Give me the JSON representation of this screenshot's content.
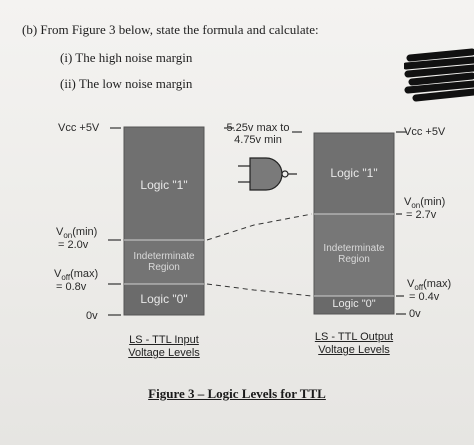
{
  "question": {
    "header": "(b) From Figure 3 below, state the formula and calculate:",
    "item_i": "(i)   The high noise margin",
    "item_ii": "(ii) The low noise margin"
  },
  "input_scale": {
    "vcc": "Vcc +5V",
    "von_min": "V",
    "von_min_sub": "on",
    "von_min_rest": "(min)",
    "von_min_value": "= 2.0v",
    "voff_max": "V",
    "voff_max_sub": "off",
    "voff_max_rest": "(max)",
    "voff_max_value": "= 0.8v",
    "zero": "0v",
    "caption_line1": "LS - TTL Input",
    "caption_line2": "Voltage Levels"
  },
  "input_bar": {
    "logic1": "Logic \"1\"",
    "indeterminate_line1": "Indeterminate",
    "indeterminate_line2": "Region",
    "logic0": "Logic \"0\""
  },
  "center": {
    "supply_line1": "5.25v max to",
    "supply_line2": "4.75v min",
    "gate_icon": "and-gate-icon"
  },
  "output_bar": {
    "logic1": "Logic \"1\"",
    "indeterminate_line1": "Indeterminate",
    "indeterminate_line2": "Region",
    "logic0": "Logic \"0\""
  },
  "output_scale": {
    "vcc": "Vcc +5V",
    "von_min": "V",
    "von_min_sub": "on",
    "von_min_rest": "(min)",
    "von_min_value": "= 2.7v",
    "voff_max": "V",
    "voff_max_sub": "off",
    "voff_max_rest": "(max)",
    "voff_max_value": "= 0.4v",
    "zero": "0v",
    "caption_line1": "LS - TTL Output",
    "caption_line2": "Voltage Levels"
  },
  "figure_caption": "Figure 3 – Logic Levels for TTL",
  "colors": {
    "bar_fill": "#6f6f6f",
    "bar_fill_dark": "#5e5e5e",
    "ink": "#2a2a2a"
  }
}
